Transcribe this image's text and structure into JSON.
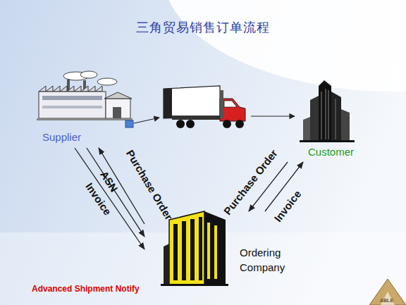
{
  "diagram": {
    "title": "三角贸易销售订单流程",
    "nodes": [
      {
        "text": [
          "Supplier"
        ]
      },
      {
        "text": [
          "Customer"
        ]
      },
      {
        "text": [
          "Ordering Company"
        ]
      }
    ],
    "edges": [
      {
        "from": 2,
        "to": 0,
        "label": "Purchase Order",
        "arrow": "to"
      },
      {
        "from": 0,
        "to": 2,
        "label": "ASN",
        "arrow": "to"
      },
      {
        "from": 0,
        "to": 2,
        "label": "Invoice",
        "arrow": "to"
      },
      {
        "from": 1,
        "to": 2,
        "label": "Purchase Order",
        "arrow": "to"
      },
      {
        "from": 2,
        "to": 1,
        "label": "Invoice",
        "arrow": "to"
      }
    ],
    "labels": [
      "Advanced Shipment Notify",
      "ABLE"
    ]
  }
}
